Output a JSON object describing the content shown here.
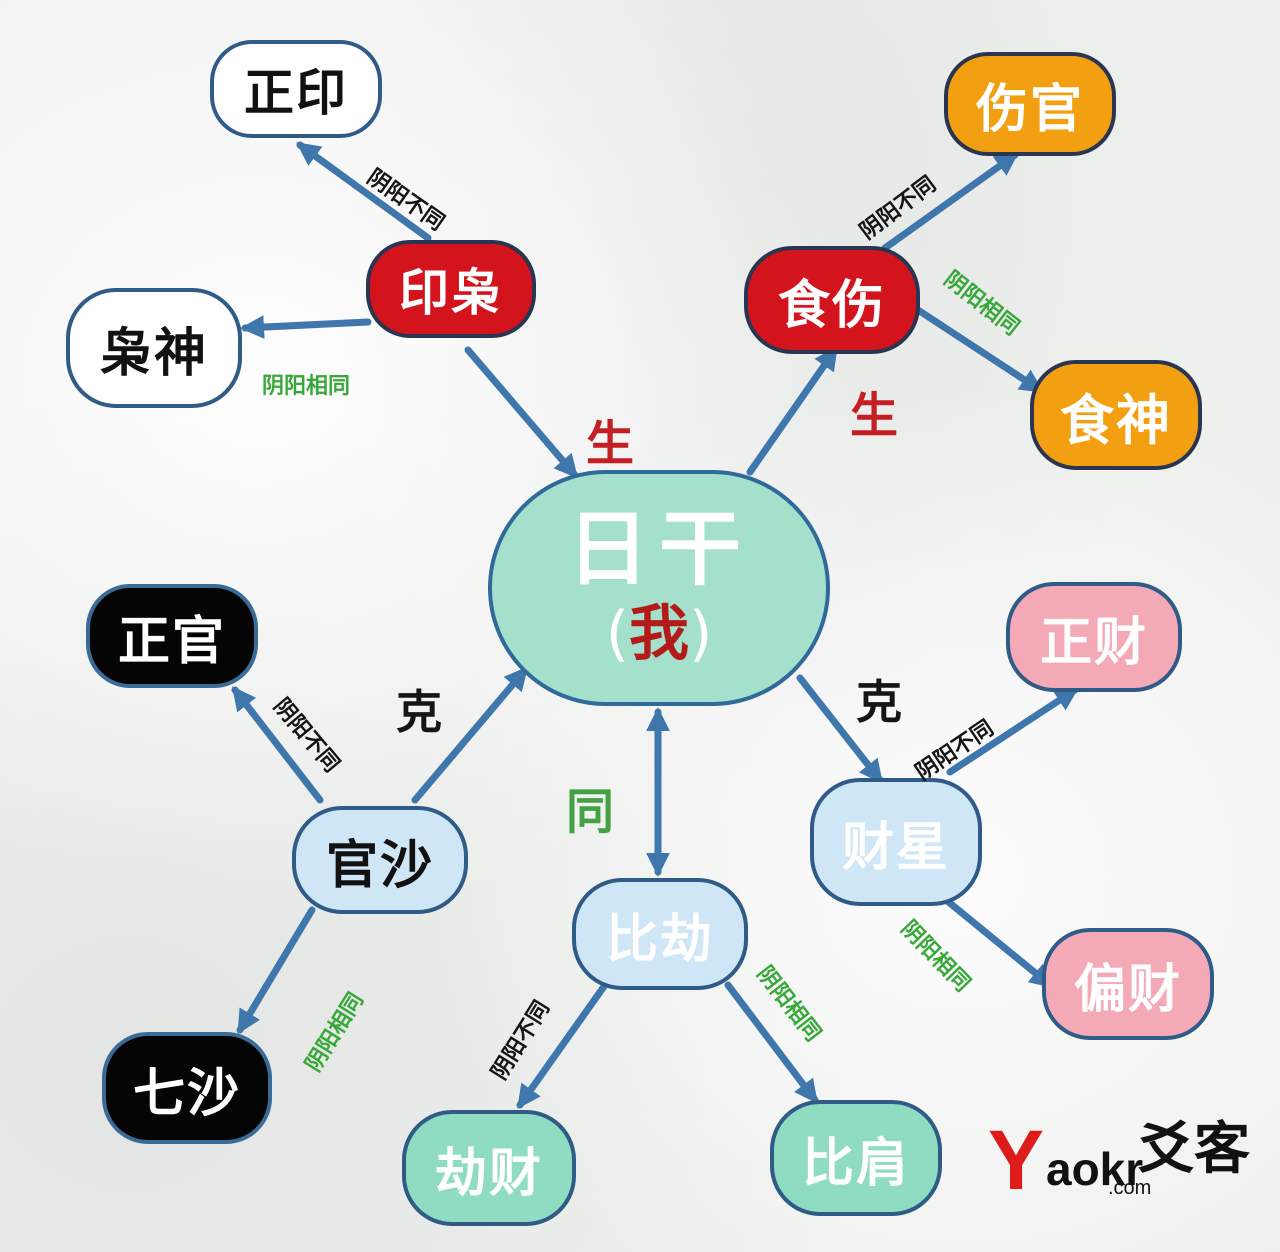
{
  "nodes": {
    "day_master": {
      "main": "日干",
      "open": "(",
      "self": "我",
      "close": ")"
    },
    "yin_xiao": "印枭",
    "zheng_yin": "正印",
    "xiao_shen": "枭神",
    "shi_shang": "食伤",
    "shang_guan": "伤官",
    "shi_shen": "食神",
    "guan_sha": "官沙",
    "zheng_guan": "正官",
    "qi_sha": "七沙",
    "cai_xing": "财星",
    "zheng_cai": "正财",
    "pian_cai": "偏财",
    "bi_jie": "比劫",
    "jie_cai": "劫财",
    "bi_jian": "比肩"
  },
  "relations": {
    "sheng_left": "生",
    "sheng_right": "生",
    "ke_left": "克",
    "ke_right": "克",
    "tong": "同"
  },
  "edge_labels": {
    "yin_different": "阴阳不同",
    "yin_same": "阴阳相同"
  },
  "logo": {
    "y": "Y",
    "aokr": "aokr",
    "cn": "爻客",
    "com": ".com"
  },
  "colors": {
    "arrow": "#3f77ad",
    "red_node": "#d4141c",
    "orange_node": "#f2a012",
    "center_node": "#a4e0cb",
    "green_label": "#39a83a",
    "logo_red": "#dd1b1b"
  }
}
